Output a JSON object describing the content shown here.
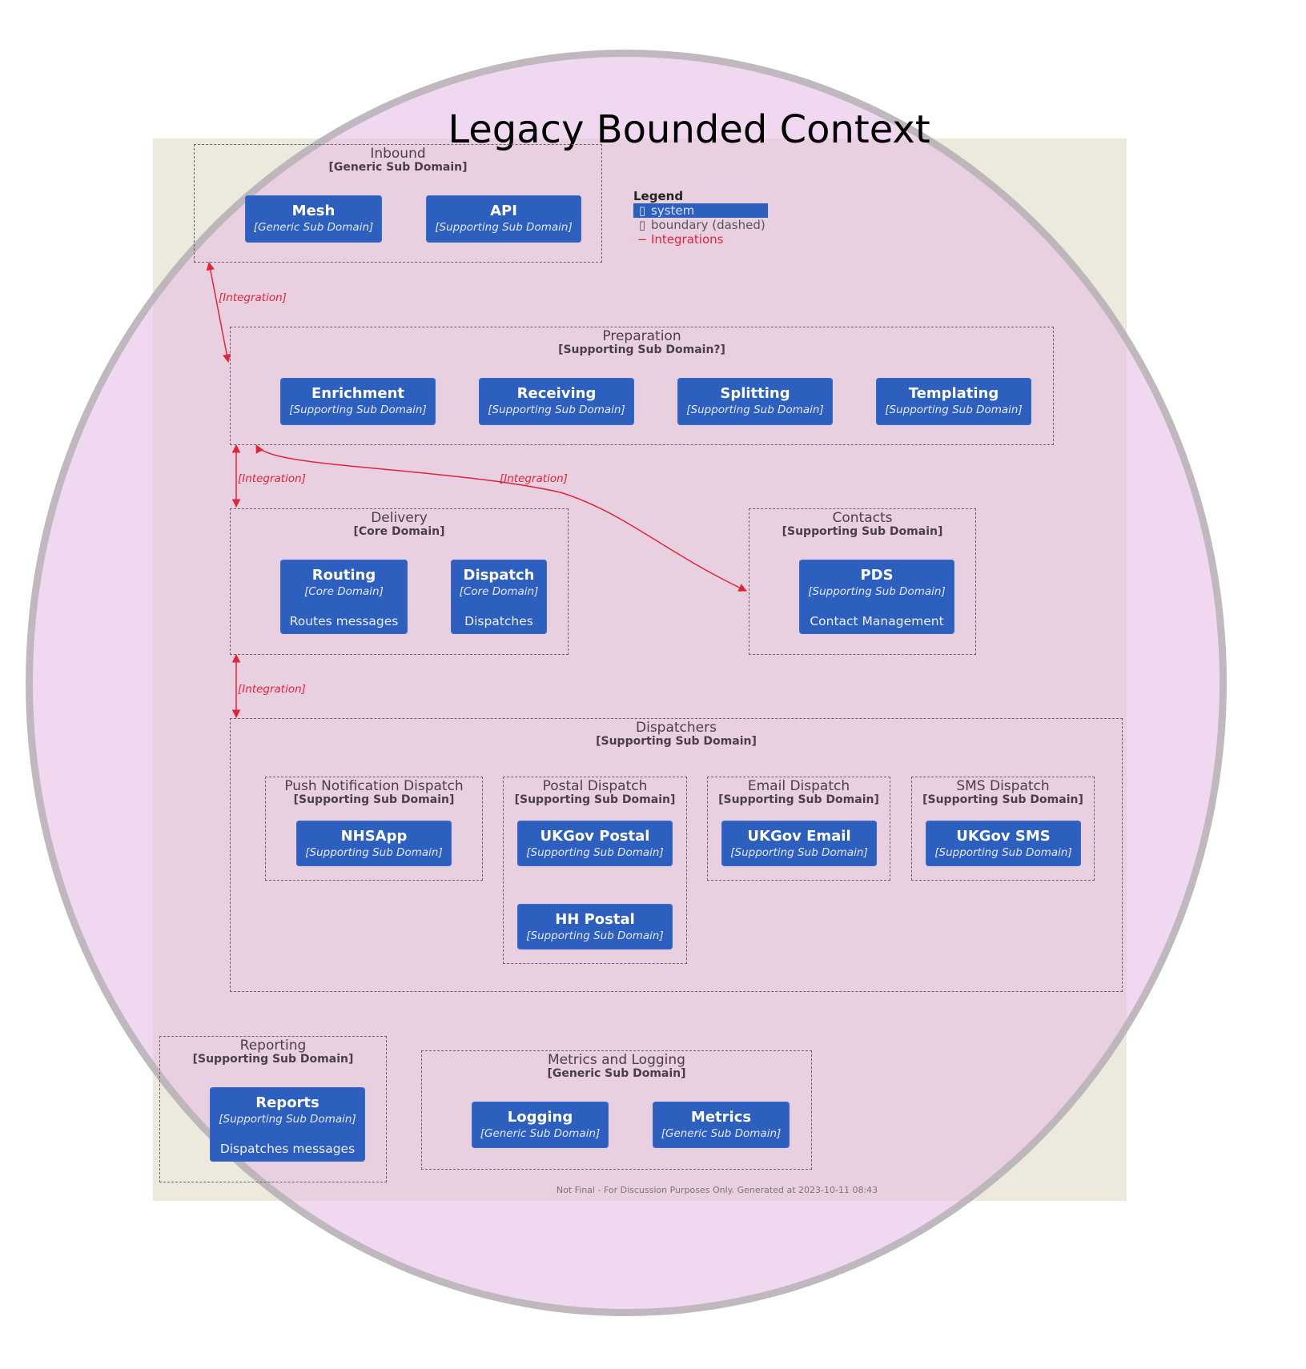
{
  "title": "Legacy Bounded Context",
  "legend": {
    "title": "Legend",
    "system": "system",
    "boundary": "boundary (dashed)",
    "integrations": "Integrations",
    "colors": {
      "system": "#2d5fbf",
      "integration": "#e0243a"
    }
  },
  "boundaries": {
    "inbound": {
      "title": "Inbound",
      "sub": "[Generic Sub Domain]"
    },
    "preparation": {
      "title": "Preparation",
      "sub": "[Supporting Sub Domain?]"
    },
    "delivery": {
      "title": "Delivery",
      "sub": "[Core Domain]"
    },
    "contacts": {
      "title": "Contacts",
      "sub": "[Supporting Sub Domain]"
    },
    "dispatchers": {
      "title": "Dispatchers",
      "sub": "[Supporting Sub Domain]"
    },
    "push": {
      "title": "Push Notification Dispatch",
      "sub": "[Supporting Sub Domain]"
    },
    "postal": {
      "title": "Postal Dispatch",
      "sub": "[Supporting Sub Domain]"
    },
    "email": {
      "title": "Email Dispatch",
      "sub": "[Supporting Sub Domain]"
    },
    "sms": {
      "title": "SMS Dispatch",
      "sub": "[Supporting Sub Domain]"
    },
    "reporting": {
      "title": "Reporting",
      "sub": "[Supporting Sub Domain]"
    },
    "metrics_logging": {
      "title": "Metrics and Logging",
      "sub": "[Generic Sub Domain]"
    }
  },
  "systems": {
    "mesh": {
      "name": "Mesh",
      "sub": "[Generic Sub Domain]"
    },
    "api": {
      "name": "API",
      "sub": "[Supporting Sub Domain]"
    },
    "enrichment": {
      "name": "Enrichment",
      "sub": "[Supporting Sub Domain]"
    },
    "receiving": {
      "name": "Receiving",
      "sub": "[Supporting Sub Domain]"
    },
    "splitting": {
      "name": "Splitting",
      "sub": "[Supporting Sub Domain]"
    },
    "templating": {
      "name": "Templating",
      "sub": "[Supporting Sub Domain]"
    },
    "routing": {
      "name": "Routing",
      "sub": "[Core Domain]",
      "desc": "Routes messages"
    },
    "dispatch": {
      "name": "Dispatch",
      "sub": "[Core Domain]",
      "desc": "Dispatches"
    },
    "pds": {
      "name": "PDS",
      "sub": "[Supporting Sub Domain]",
      "desc": "Contact Management"
    },
    "nhsapp": {
      "name": "NHSApp",
      "sub": "[Supporting Sub Domain]"
    },
    "ukgov_postal": {
      "name": "UKGov Postal",
      "sub": "[Supporting Sub Domain]"
    },
    "hh_postal": {
      "name": "HH Postal",
      "sub": "[Supporting Sub Domain]"
    },
    "ukgov_email": {
      "name": "UKGov Email",
      "sub": "[Supporting Sub Domain]"
    },
    "ukgov_sms": {
      "name": "UKGov SMS",
      "sub": "[Supporting Sub Domain]"
    },
    "reports": {
      "name": "Reports",
      "sub": "[Supporting Sub Domain]",
      "desc": "Dispatches messages"
    },
    "logging": {
      "name": "Logging",
      "sub": "[Generic Sub Domain]"
    },
    "metrics": {
      "name": "Metrics",
      "sub": "[Generic Sub Domain]"
    }
  },
  "edges": {
    "inbound_preparation": "[Integration]",
    "preparation_delivery": "[Integration]",
    "preparation_contacts": "[Integration]",
    "delivery_dispatchers": "[Integration]"
  },
  "footer": "Not Final - For Discussion Purposes Only. Generated at 2023-10-11 08:43"
}
